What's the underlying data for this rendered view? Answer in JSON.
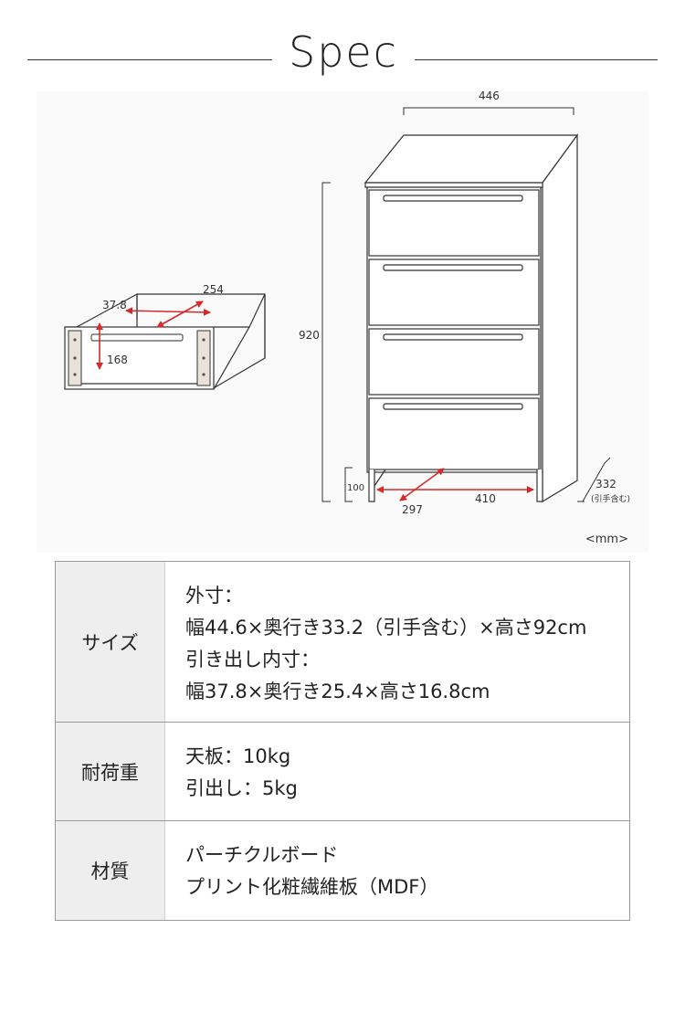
{
  "header": {
    "title": "Spec"
  },
  "diagram": {
    "drawer_labels": {
      "depth": "254",
      "width": "37.8",
      "height": "168"
    },
    "cabinet_labels": {
      "width": "446",
      "height": "920",
      "leg_height": "100",
      "base_depth": "297",
      "base_width": "410",
      "depth": "332",
      "depth_note": "(引手含む)"
    },
    "unit": "<mm>"
  },
  "spec": {
    "rows": [
      {
        "head": "サイズ",
        "lines": [
          "外寸：",
          "幅44.6×奥行き33.2（引手含む）×高さ92cm",
          "引き出し内寸：",
          "幅37.8×奥行き25.4×高さ16.8cm"
        ]
      },
      {
        "head": "耐荷重",
        "lines": [
          "天板：10kg",
          "引出し：5kg"
        ]
      },
      {
        "head": "材質",
        "lines": [
          "パーチクルボード",
          "プリント化粧繊維板（MDF）"
        ]
      }
    ]
  },
  "colors": {
    "accent_arrow": "#d42a2a",
    "line": "#333333",
    "cell_head_bg": "#eeeeee"
  }
}
